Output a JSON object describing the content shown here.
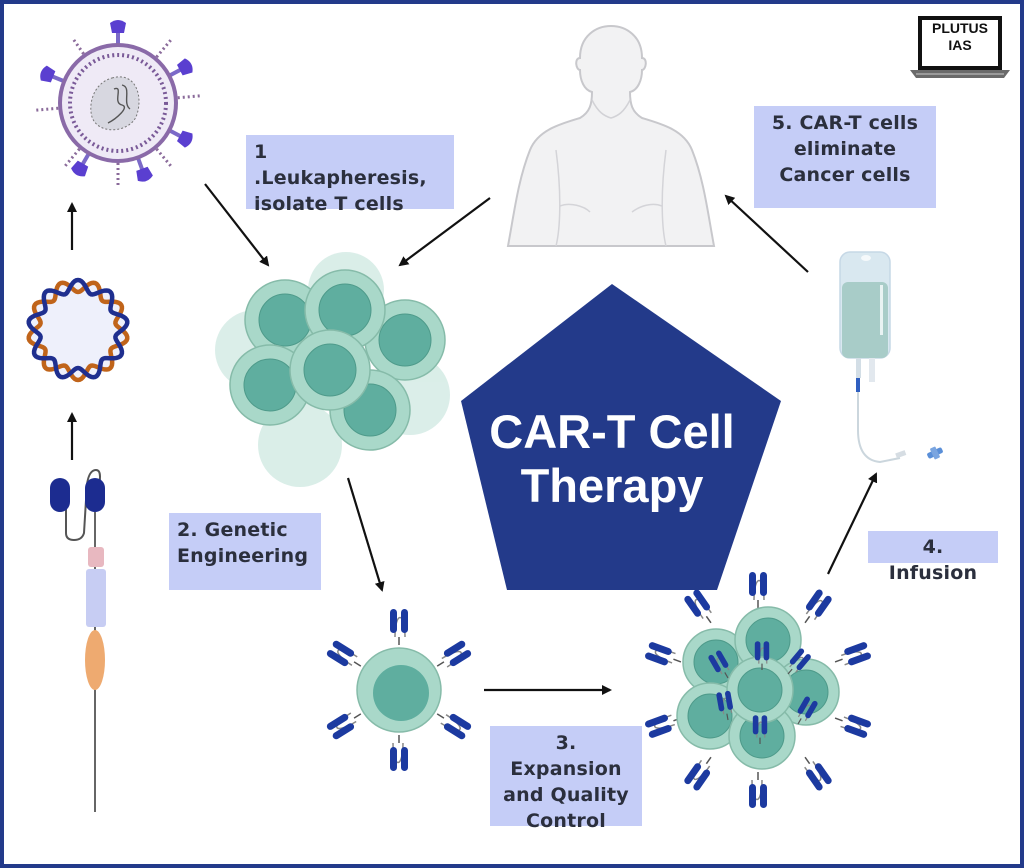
{
  "title": {
    "line1": "CAR-T Cell",
    "line2": "Therapy"
  },
  "brand": {
    "line1": "PLUTUS",
    "line2": "IAS"
  },
  "steps": [
    {
      "lines": [
        "1 .Leukapheresis,",
        "isolate T cells"
      ]
    },
    {
      "lines": [
        "2. Genetic",
        "Engineering"
      ]
    },
    {
      "lines": [
        "3. Expansion",
        "and Quality",
        "Control"
      ]
    },
    {
      "lines": [
        "4. Infusion"
      ]
    },
    {
      "lines": [
        "5. CAR-T cells",
        "eliminate",
        "Cancer cells"
      ]
    }
  ],
  "colors": {
    "frame": "#233a8a",
    "pentagon": "#233a8a",
    "label_bg": "#c5cdf7",
    "label_text": "#2b2f3d",
    "cell_outer": "#a9d8c9",
    "cell_nucleus": "#5fae9f",
    "receptor": "#1c3aa0",
    "virus_purple": "#6b3fa0"
  },
  "icons": [
    "virus-icon",
    "plasmid-dna-icon",
    "car-construct-icon",
    "t-cell-cluster-icon",
    "car-t-cell-icon",
    "expanded-car-t-cluster-icon",
    "iv-bag-icon",
    "human-body-icon",
    "laptop-logo-icon"
  ]
}
